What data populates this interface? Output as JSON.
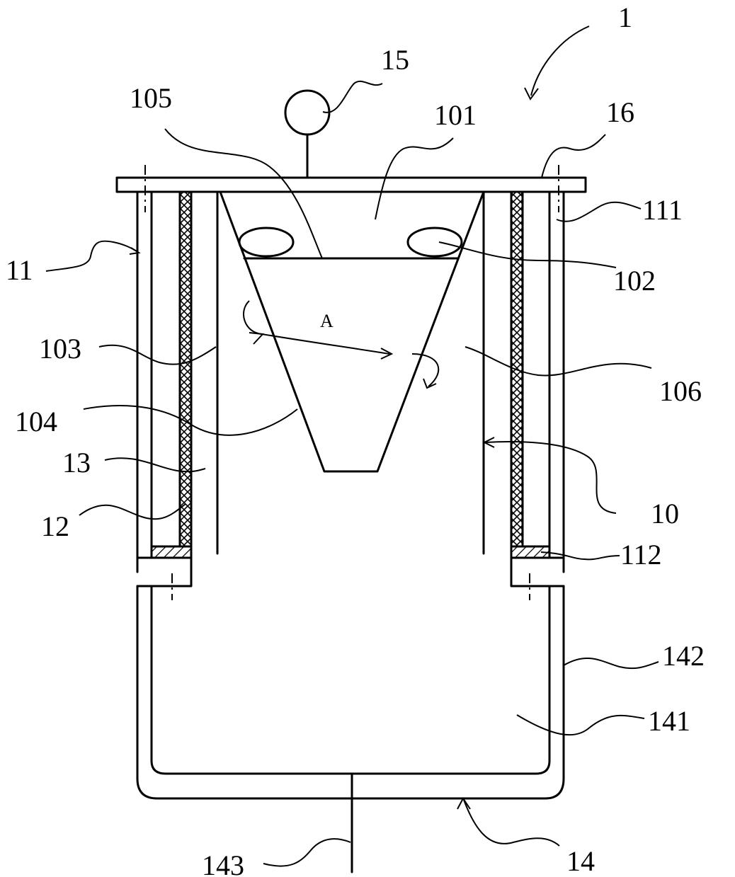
{
  "figure": {
    "ref_main": "1",
    "labels": {
      "l15": "15",
      "l105": "105",
      "l101": "101",
      "l16": "16",
      "l111": "111",
      "l11": "11",
      "l102": "102",
      "l103": "103",
      "lA": "A",
      "l106": "106",
      "l104": "104",
      "l13": "13",
      "l10": "10",
      "l12": "12",
      "l112": "112",
      "l142": "142",
      "l141": "141",
      "l143": "143",
      "l14": "14"
    }
  }
}
